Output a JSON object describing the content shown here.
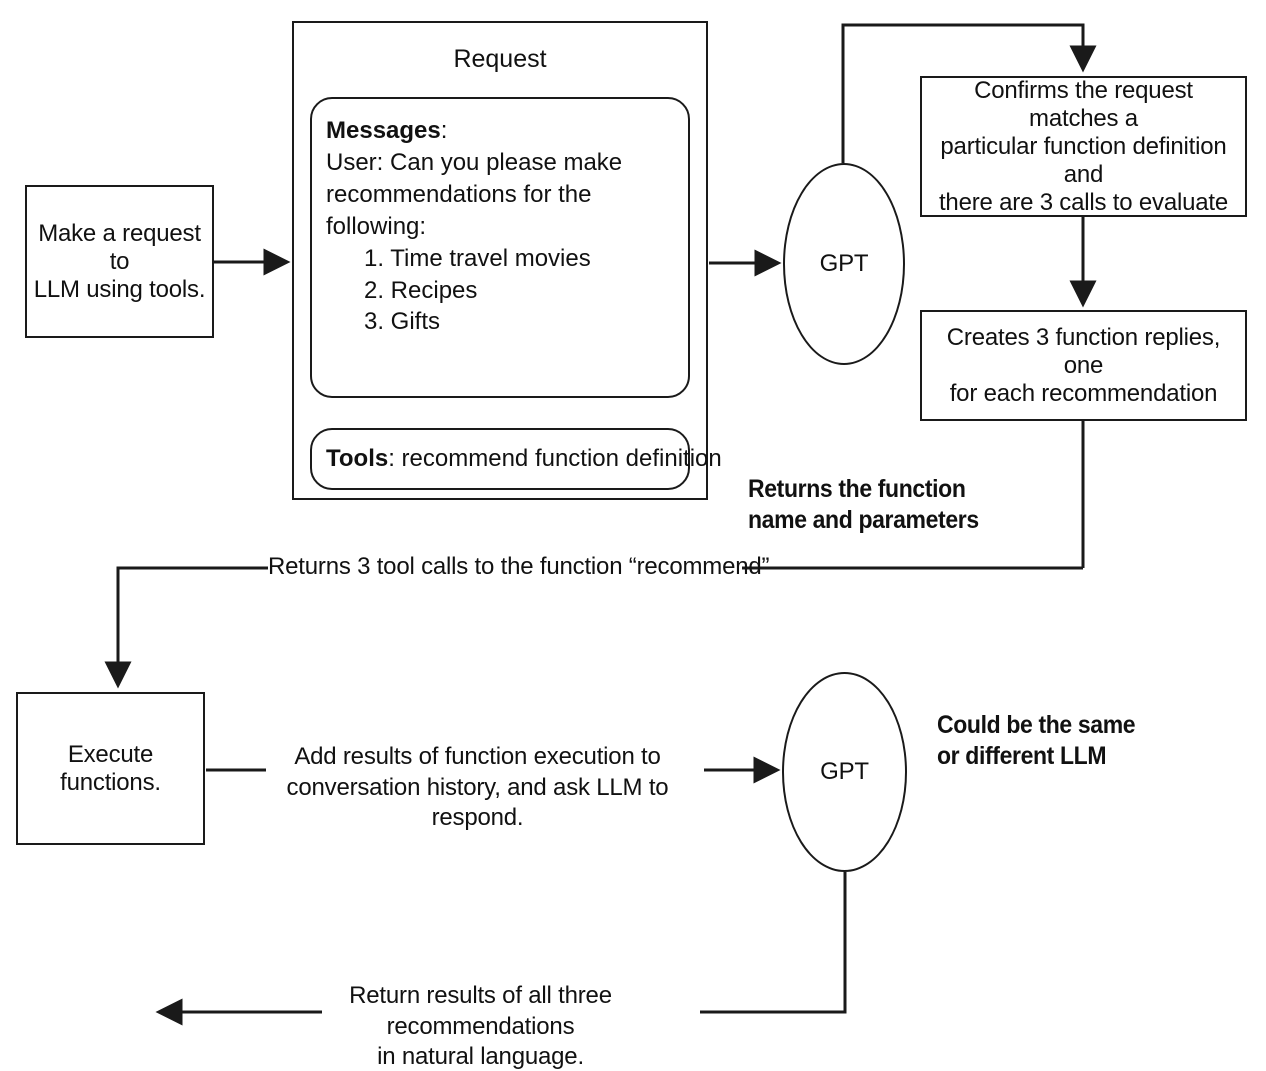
{
  "diagram": {
    "title": "LLM tool-calling flow",
    "nodes": {
      "make_request": "Make a request to\nLLM using tools.",
      "request_title": "Request",
      "messages_label": "Messages",
      "messages_colon": ":",
      "messages_user_line1": "User: Can you please make",
      "messages_user_line2": "recommendations for the following:",
      "messages_items": [
        "1. Time travel movies",
        "2. Recipes",
        "3. Gifts"
      ],
      "tools_label": "Tools",
      "tools_value": ": recommend function definition",
      "gpt_top": "GPT",
      "gpt_bottom": "GPT",
      "confirms": "Confirms the request matches a\nparticular function definition and\nthere are 3 calls to evaluate",
      "creates": "Creates 3 function replies, one\nfor each recommendation",
      "execute": "Execute functions."
    },
    "annotations": {
      "returns_function": "Returns the function\nname and parameters",
      "could_be_same": "Could be the same\nor different LLM"
    },
    "edges": {
      "returns_tool_calls": "Returns 3 tool calls to the function “recommend”",
      "add_results": "Add results of function execution to\nconversation history, and ask LLM to respond.",
      "return_results": "Return results of all three recommendations\nin natural language."
    },
    "colors": {
      "stroke": "#1a1a1a",
      "text": "#111111",
      "background": "#ffffff"
    }
  }
}
